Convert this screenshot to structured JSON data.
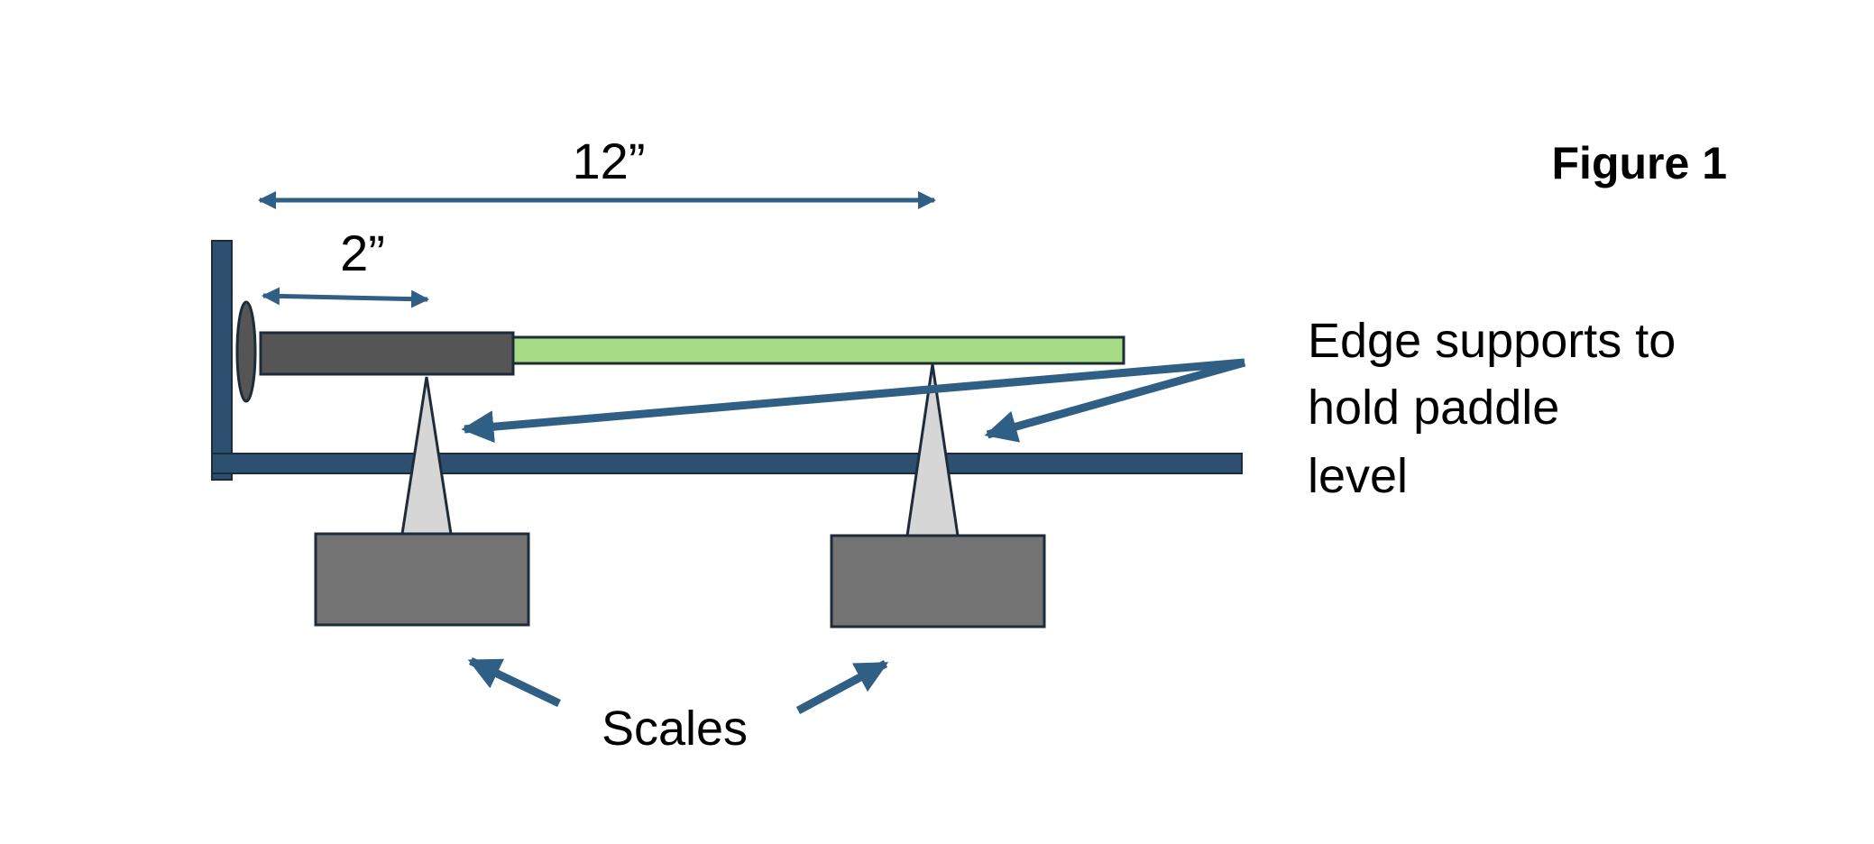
{
  "figure_label": "Figure 1",
  "dimensions": {
    "overall": "12”",
    "handle": "2”"
  },
  "callouts": {
    "edge_supports": [
      "Edge supports to",
      "hold paddle",
      "level"
    ],
    "scales": "Scales"
  },
  "colors": {
    "frame": "#2d5070",
    "arrow": "#2f5f84",
    "handle": "#555555",
    "paddle_face": "#a6dc85",
    "support": "#d6d6d6",
    "scale": "#737373",
    "outline": "#1e2b38"
  }
}
